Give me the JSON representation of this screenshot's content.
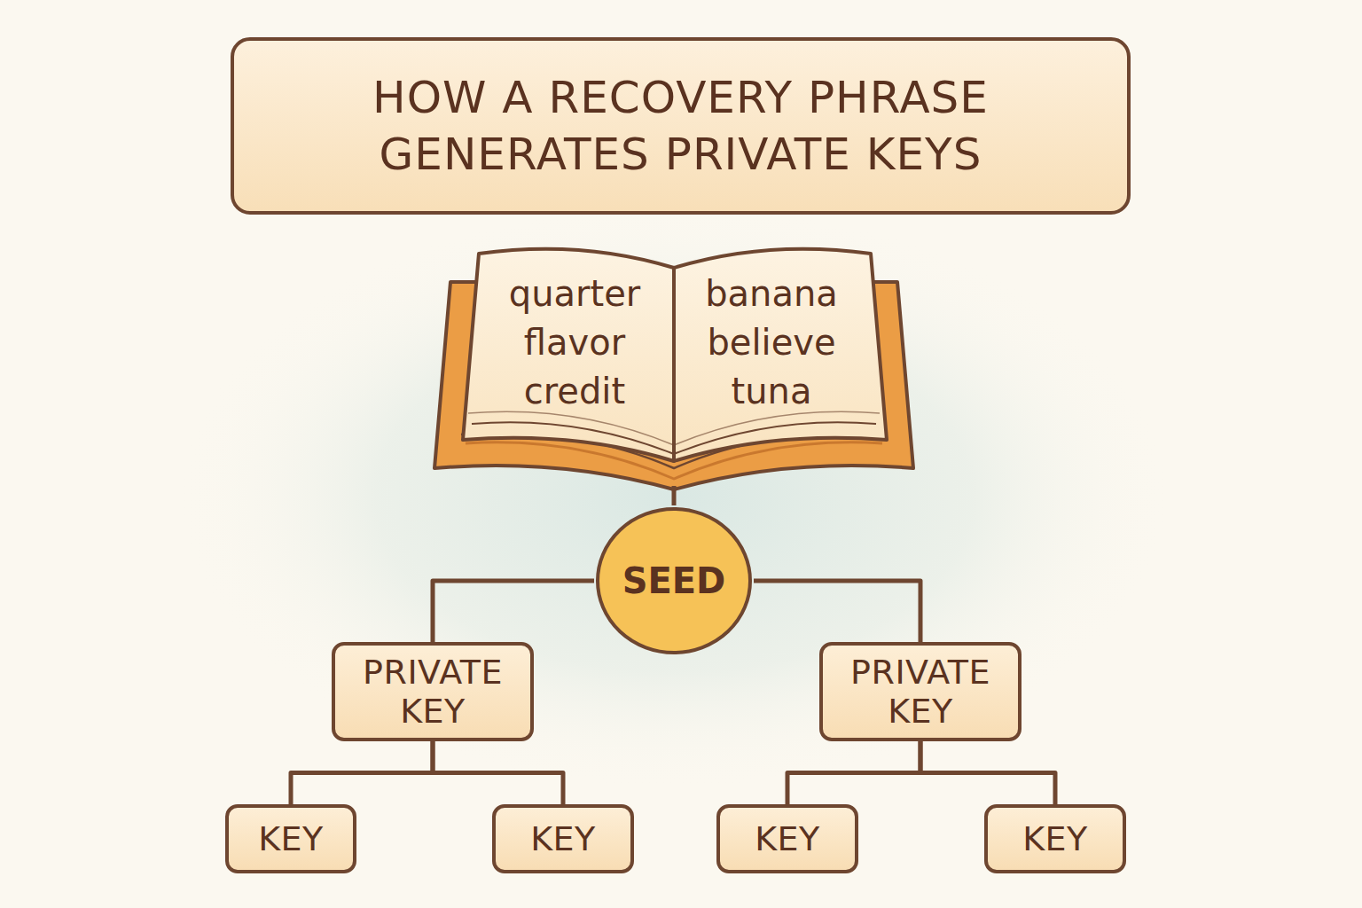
{
  "diagram": {
    "title": "HOW A RECOVERY PHRASE GENERATES PRIVATE KEYS",
    "nodes": [
      {
        "text": [
          "quarter flavor credit",
          "banana believe tuna"
        ]
      },
      {
        "text": [
          "SEED"
        ]
      },
      {
        "text": [
          "PRIVATE KEY"
        ]
      },
      {
        "text": [
          "PRIVATE KEY"
        ]
      },
      {
        "text": [
          "KEY"
        ]
      },
      {
        "text": [
          "KEY"
        ]
      },
      {
        "text": [
          "KEY"
        ]
      },
      {
        "text": [
          "KEY"
        ]
      }
    ],
    "edges": [
      {
        "from": 0,
        "to": 1,
        "arrow": "none"
      },
      {
        "from": 1,
        "to": 2,
        "arrow": "none"
      },
      {
        "from": 1,
        "to": 3,
        "arrow": "none"
      },
      {
        "from": 2,
        "to": 4,
        "arrow": "none"
      },
      {
        "from": 2,
        "to": 5,
        "arrow": "none"
      },
      {
        "from": 3,
        "to": 6,
        "arrow": "none"
      },
      {
        "from": 3,
        "to": 7,
        "arrow": "none"
      }
    ]
  }
}
